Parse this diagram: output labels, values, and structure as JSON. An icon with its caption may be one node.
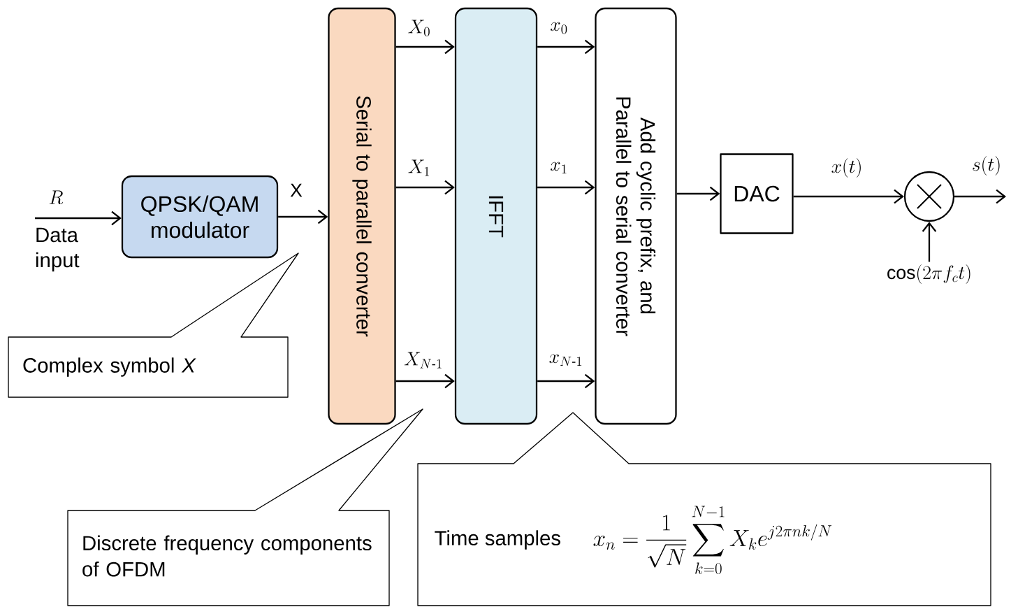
{
  "diagram": {
    "nodes": [
      {
        "text": [
          "QPSK/QAM modulator"
        ]
      },
      {
        "text": [
          "Serial to parallel converter"
        ]
      },
      {
        "text": [
          "IFFT"
        ]
      },
      {
        "text": [
          "Add cyclic prefix, and Parallel to serial converter"
        ]
      },
      {
        "text": [
          "DAC"
        ]
      },
      {
        "text": [],
        "shape": "circle"
      },
      {
        "text": [
          "Complex symbol *X*"
        ]
      },
      {
        "text": [
          "Discrete frequency components of OFDM"
        ]
      },
      {
        "text": [
          "Time samples",
          "x_n=\\frac{1}{\\sqrt{N}}\\sum_{k=0}^{N-1}X_k e^{j2\\pi nk/N}"
        ]
      },
      {
        "text": [
          "\\cos(2\\pi f_c t)"
        ]
      }
    ],
    "edges": [
      {
        "from": null,
        "to": 0,
        "arrow": "to",
        "label": "R"
      },
      {
        "from": 0,
        "to": 1,
        "arrow": "to",
        "label": "\\mathrm{X}"
      },
      {
        "from": 1,
        "to": 2,
        "arrow": "to",
        "label": "X_0"
      },
      {
        "from": 1,
        "to": 2,
        "arrow": "to",
        "label": "X_1"
      },
      {
        "from": 1,
        "to": 2,
        "arrow": "to",
        "label": "X_{N\\text{-}1}"
      },
      {
        "from": 2,
        "to": 3,
        "arrow": "to",
        "label": "x_0"
      },
      {
        "from": 2,
        "to": 3,
        "arrow": "to",
        "label": "x_1"
      },
      {
        "from": 2,
        "to": 3,
        "arrow": "to",
        "label": "x_{N\\text{-}1}"
      },
      {
        "from": 3,
        "to": 4,
        "arrow": "to"
      },
      {
        "from": 4,
        "to": 5,
        "arrow": "to",
        "label": "x(t)"
      },
      {
        "from": 5,
        "to": null,
        "arrow": "to",
        "label": "s(t)"
      },
      {
        "from": 9,
        "to": 5,
        "arrow": "to"
      }
    ],
    "labels": [
      "Data input"
    ]
  }
}
